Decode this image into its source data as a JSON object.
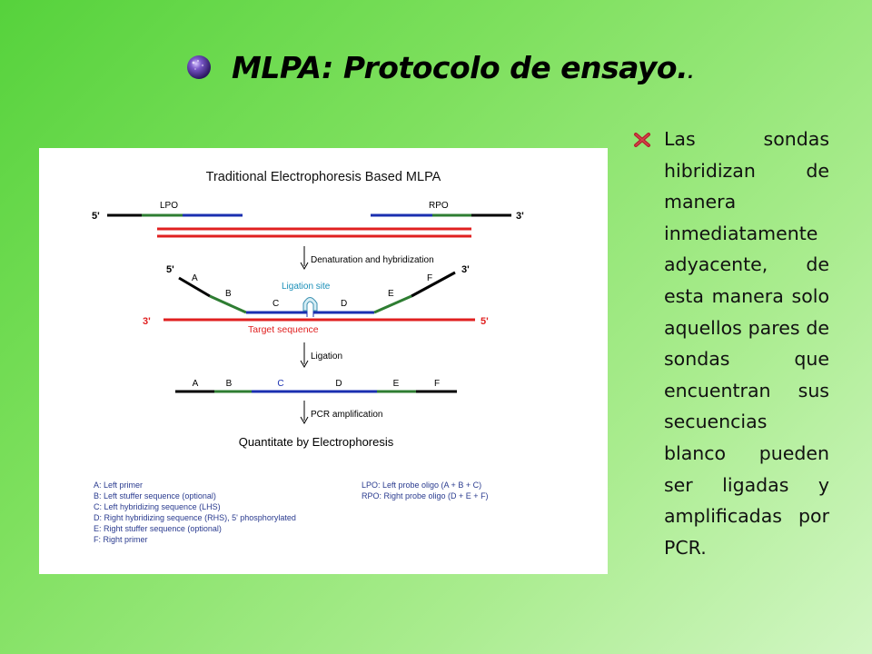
{
  "slide": {
    "title": "MLPA: Protocolo de ensayo.",
    "title_trailing": ".",
    "body_text": "Las sondas hibridizan de manera inmediatamente adyacente, de esta manera solo aquellos pares de sondas que encuentran sus secuencias blanco pueden ser ligadas y amplificadas por PCR.",
    "title_icon": "purple-sphere-bullet-icon",
    "body_bullet_icon": "red-x-bullet-icon"
  },
  "figure": {
    "title": "Traditional Electrophoresis Based MLPA",
    "end_5": "5'",
    "end_3": "3'",
    "lpo": "LPO",
    "rpo": "RPO",
    "step_denaturation": "Denaturation and hybridization",
    "ligation_site": "Ligation site",
    "target_sequence": "Target sequence",
    "step_ligation": "Ligation",
    "step_pcr": "PCR amplification",
    "final_step": "Quantitate by Electrophoresis",
    "segments": [
      "A",
      "B",
      "C",
      "D",
      "E",
      "F"
    ],
    "legend_left": [
      "A: Left primer",
      "B: Left stuffer sequence (optional)",
      "C: Left hybridizing sequence (LHS)",
      "D: Right hybridizing sequence (RHS), 5' phosphorylated",
      "E: Right stuffer sequence (optional)",
      "F: Right primer"
    ],
    "legend_right": [
      "LPO: Left probe oligo (A + B + C)",
      "RPO: Right probe oligo (D + E + F)"
    ]
  },
  "colors": {
    "primer": "#000000",
    "stuffer": "#2e7d32",
    "hybridizing": "#1a2fb0",
    "target": "#e02020",
    "ligation_label": "#1a8fb8",
    "legend_text": "#2a3b8f"
  }
}
